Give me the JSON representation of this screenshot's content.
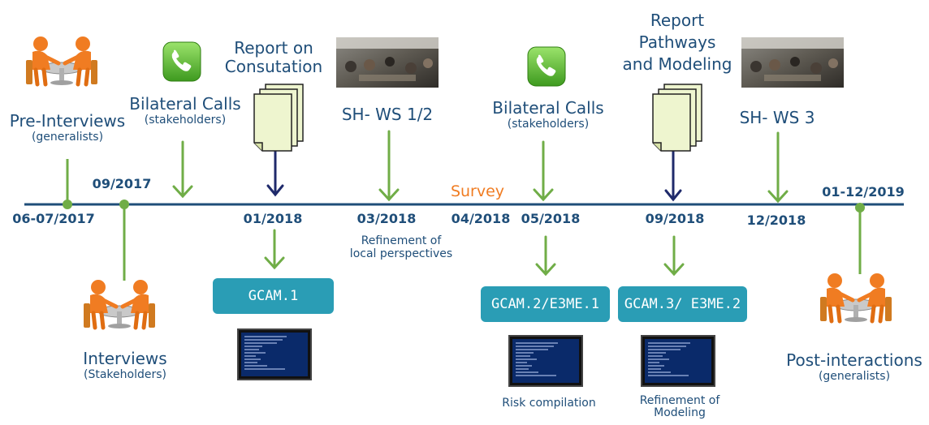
{
  "milestones": {
    "pre_interviews": {
      "title": "Pre-Interviews",
      "sub": "(generalists)"
    },
    "bilateral_calls_1": {
      "title": "Bilateral Calls",
      "sub": "(stakeholders)"
    },
    "report_consultation": {
      "title_line1": "Report on",
      "title_line2": "Consutation"
    },
    "sh_ws_12": {
      "title": "SH- WS 1/2"
    },
    "bilateral_calls_2": {
      "title": "Bilateral Calls",
      "sub": "(stakeholders)"
    },
    "report_pathways": {
      "title_line1": "Report",
      "title_line2": "Pathways",
      "title_line3": "and Modeling"
    },
    "sh_ws_3": {
      "title": "SH- WS 3"
    },
    "interviews": {
      "title": "Interviews",
      "sub": "(Stakeholders)"
    },
    "post_interactions": {
      "title": "Post-interactions",
      "sub": "(generalists)"
    }
  },
  "survey_label": "Survey",
  "dates": {
    "d1": "06-07/2017",
    "d2": "09/2017",
    "d3": "01/2018",
    "d4": "03/2018",
    "d5": "04/2018",
    "d6": "05/2018",
    "d7": "09/2018",
    "d8": "12/2018",
    "d9": "01-12/2019"
  },
  "models": {
    "gcam1": "GCAM.1",
    "gcam2": "GCAM.2/E3ME.1",
    "gcam3": "GCAM.3/ E3ME.2"
  },
  "notes": {
    "refinement_local_1": "Refinement of",
    "refinement_local_2": "local perspectives",
    "risk_compilation": "Risk compilation",
    "refinement_modeling_1": "Refinement of",
    "refinement_modeling_2": "Modeling"
  },
  "colors": {
    "timeline": "#1f4e79",
    "green_arrow": "#70ad47",
    "navy_arrow": "#1f2a6b",
    "model_box": "#2a9db5",
    "survey": "#f07c22",
    "document": "#eef5cf",
    "figure": "#f07c22"
  }
}
